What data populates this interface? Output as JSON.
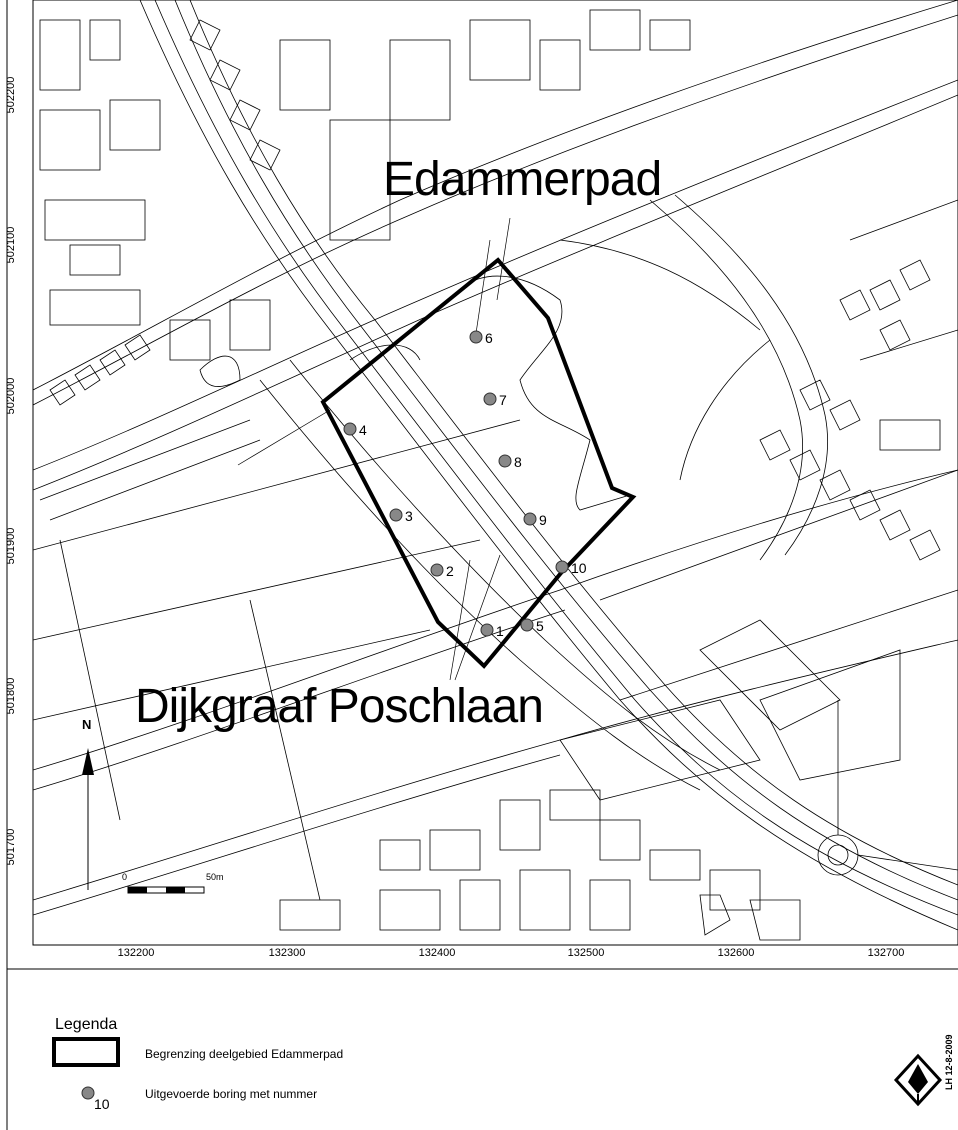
{
  "map": {
    "street_labels": [
      "Edammerpad",
      "Dijkgraaf Poschlaan"
    ],
    "x_ticks": [
      "132200",
      "132300",
      "132400",
      "132500",
      "132600",
      "132700"
    ],
    "y_ticks": [
      "502200",
      "502100",
      "502000",
      "501900",
      "501800",
      "501700"
    ],
    "boreholes": [
      "1",
      "2",
      "3",
      "4",
      "5",
      "6",
      "7",
      "8",
      "9",
      "10"
    ],
    "north_label": "N",
    "scale_start": "0",
    "scale_end": "50m"
  },
  "legend": {
    "title": "Legenda",
    "boundary_label": "Begrenzing deelgebied Edammerpad",
    "borehole_sample_number": "10",
    "borehole_label": "Uitgevoerde boring met nummer"
  },
  "logo": {
    "date_text": "LH 12-8-2009",
    "icon": "trowel-diamond-icon"
  },
  "colors": {
    "boundary": "#000000",
    "borehole_fill": "#888888",
    "map_lines": "#000000"
  }
}
